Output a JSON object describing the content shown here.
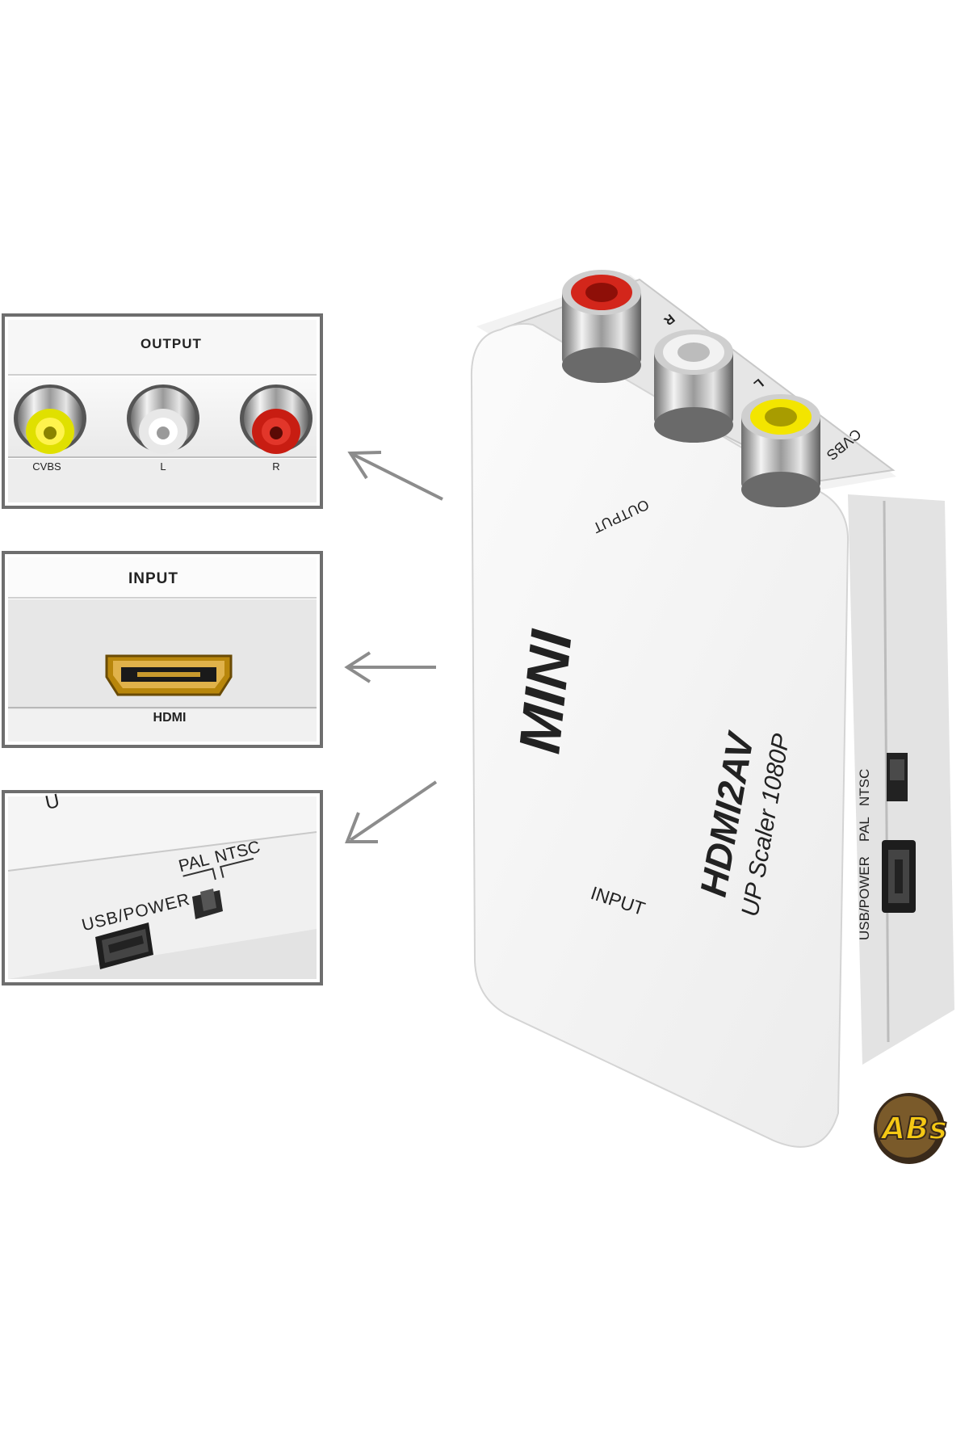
{
  "panels": {
    "output": {
      "title": "OUTPUT",
      "jacks": [
        "CVBS",
        "L",
        "R"
      ]
    },
    "input": {
      "title": "INPUT",
      "port": "HDMI"
    },
    "power": {
      "usb": "USB/POWER",
      "pal": "PAL",
      "ntsc": "NTSC",
      "partial": "U"
    }
  },
  "device": {
    "brand": "MINI",
    "model": "HDMI2AV",
    "subtitle": "UP Scaler 1080P",
    "top_label": "OUTPUT",
    "bottom_label": "INPUT",
    "jack_labels": [
      "R",
      "L",
      "CVBS"
    ],
    "side_usb": "USB/POWER",
    "side_pal": "PAL",
    "side_ntsc": "NTSC",
    "body_color": "#f4f4f4",
    "jack_colors": {
      "red": "#d3261b",
      "white": "#f2f2f2",
      "yellow": "#f3e500"
    }
  },
  "logo": {
    "text": "ABs",
    "fill": "#f5c814",
    "outline": "#3a2a1a"
  },
  "icons": [
    "arrow-left-icon",
    "rca-jack-icon",
    "hdmi-port-icon",
    "mini-usb-port-icon",
    "slide-switch-icon"
  ]
}
